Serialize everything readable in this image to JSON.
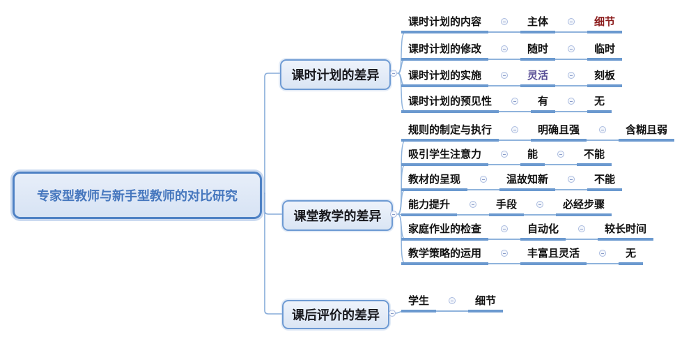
{
  "root": {
    "label": "专家型教师与新手型教师的对比研究"
  },
  "branches": [
    {
      "label": "课时计划的差异",
      "rows": [
        {
          "items": [
            {
              "t": "课时计划的内容"
            },
            {
              "t": "主体"
            },
            {
              "t": "细节",
              "color": "#8B1B1B"
            }
          ]
        },
        {
          "items": [
            {
              "t": "课时计划的修改"
            },
            {
              "t": "随时"
            },
            {
              "t": "临时"
            }
          ]
        },
        {
          "items": [
            {
              "t": "课时计划的实施"
            },
            {
              "t": "灵活",
              "color": "#5A5096"
            },
            {
              "t": "刻板"
            }
          ]
        },
        {
          "items": [
            {
              "t": "课时计划的预见性"
            },
            {
              "t": "有"
            },
            {
              "t": "无"
            }
          ]
        }
      ]
    },
    {
      "label": "课堂教学的差异",
      "rows": [
        {
          "items": [
            {
              "t": "规则的制定与执行"
            },
            {
              "t": "明确且强"
            },
            {
              "t": "含糊且弱"
            }
          ]
        },
        {
          "items": [
            {
              "t": "吸引学生注意力"
            },
            {
              "t": "能"
            },
            {
              "t": "不能"
            }
          ]
        },
        {
          "items": [
            {
              "t": "教材的呈现"
            },
            {
              "t": "温故知新"
            },
            {
              "t": "不能"
            }
          ]
        },
        {
          "items": [
            {
              "t": "能力提升"
            },
            {
              "t": "手段"
            },
            {
              "t": "必经步骤"
            }
          ]
        },
        {
          "items": [
            {
              "t": "家庭作业的检查"
            },
            {
              "t": "自动化"
            },
            {
              "t": "较长时间"
            }
          ]
        },
        {
          "items": [
            {
              "t": "教学策略的运用"
            },
            {
              "t": "丰富且灵活"
            },
            {
              "t": "无"
            }
          ]
        }
      ]
    },
    {
      "label": "课后评价的差异",
      "rows": [
        {
          "items": [
            {
              "t": "学生"
            },
            {
              "t": "细节"
            }
          ]
        }
      ]
    }
  ],
  "icons": {
    "collapse": "minus-circle-icon"
  },
  "colors": {
    "accent_red": "#8B1B1B",
    "accent_purple": "#5A5096",
    "underline_thick": "#6B99CF",
    "underline_thin": "#8FB3DC",
    "connector": "#86ABD9",
    "box_border": "#6D9AD3",
    "box_fill": "#DCE6F4",
    "root_border": "#4E81C4",
    "root_text": "#4677BE",
    "topic_text": "#111111"
  }
}
